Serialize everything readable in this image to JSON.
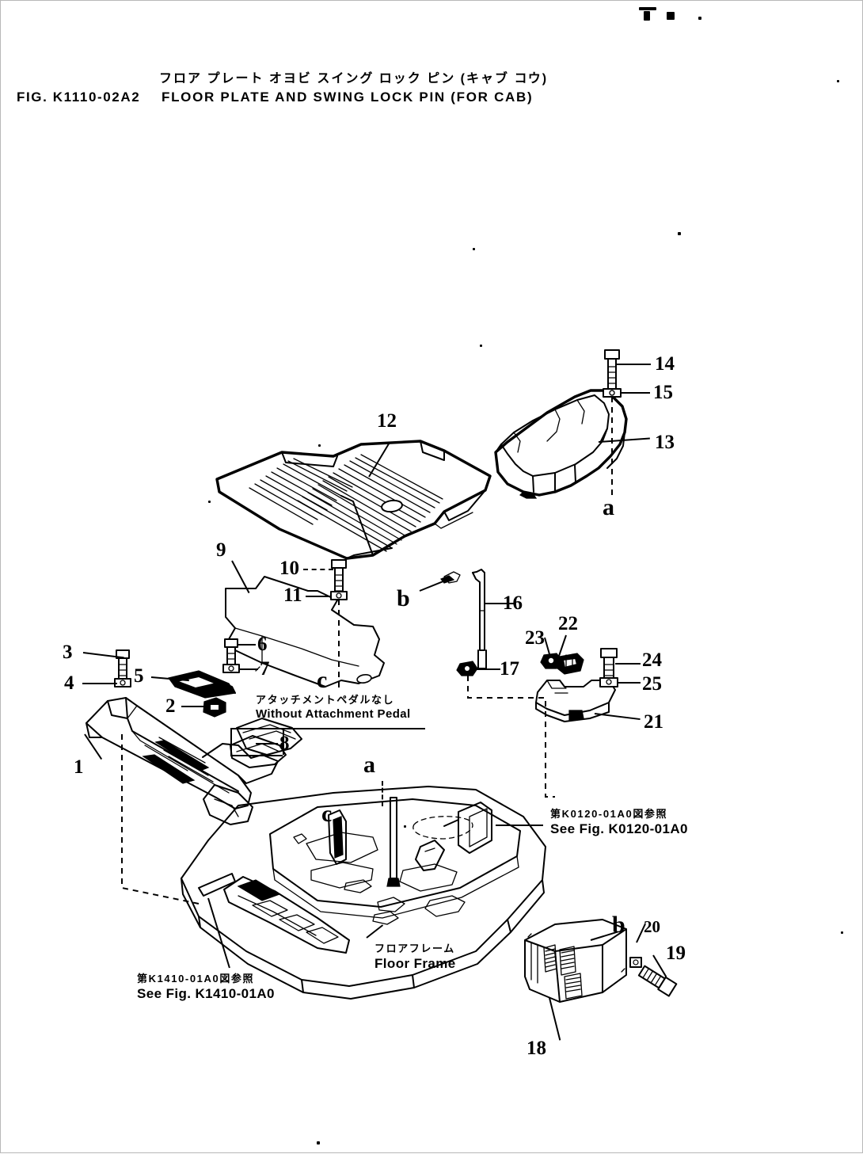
{
  "header": {
    "kana_title": "フロア プレート オヨビ スイング ロック ピン (キャブ コウ)",
    "fig_number": "FIG. K1110-02A2",
    "en_title": "FLOOR PLATE AND SWING LOCK PIN (FOR CAB)"
  },
  "callouts": [
    {
      "id": "1",
      "label": "1"
    },
    {
      "id": "2",
      "label": "2"
    },
    {
      "id": "3",
      "label": "3"
    },
    {
      "id": "4",
      "label": "4"
    },
    {
      "id": "5",
      "label": "5"
    },
    {
      "id": "6",
      "label": "6"
    },
    {
      "id": "7",
      "label": "7"
    },
    {
      "id": "8",
      "label": "8"
    },
    {
      "id": "9",
      "label": "9"
    },
    {
      "id": "10",
      "label": "10"
    },
    {
      "id": "11",
      "label": "11"
    },
    {
      "id": "12",
      "label": "12"
    },
    {
      "id": "13",
      "label": "13"
    },
    {
      "id": "14",
      "label": "14"
    },
    {
      "id": "15",
      "label": "15"
    },
    {
      "id": "16",
      "label": "16"
    },
    {
      "id": "17",
      "label": "17"
    },
    {
      "id": "18",
      "label": "18"
    },
    {
      "id": "19",
      "label": "19"
    },
    {
      "id": "20",
      "label": "20"
    },
    {
      "id": "21",
      "label": "21"
    },
    {
      "id": "22",
      "label": "22"
    },
    {
      "id": "23",
      "label": "23"
    },
    {
      "id": "24",
      "label": "24"
    },
    {
      "id": "25",
      "label": "25"
    }
  ],
  "ref_marks": {
    "a_top": "a",
    "a_center": "a",
    "b_mid": "b",
    "b_bottom": "b",
    "c_mid": "c",
    "c_center": "c"
  },
  "notes": {
    "without_pedal": {
      "jp": "アタッチメントペダルなし",
      "en": "Without Attachment Pedal"
    },
    "see_fig_k0120": {
      "jp": "第K0120-01A0図参照",
      "en": "See Fig. K0120-01A0"
    },
    "see_fig_k1410": {
      "jp": "第K1410-01A0図参照",
      "en": "See Fig. K1410-01A0"
    },
    "floor_frame": {
      "jp": "フロアフレーム",
      "en": "Floor Frame"
    }
  },
  "colors": {
    "ink": "#000000",
    "paper": "#ffffff",
    "page_border": "#b8b8b8"
  }
}
